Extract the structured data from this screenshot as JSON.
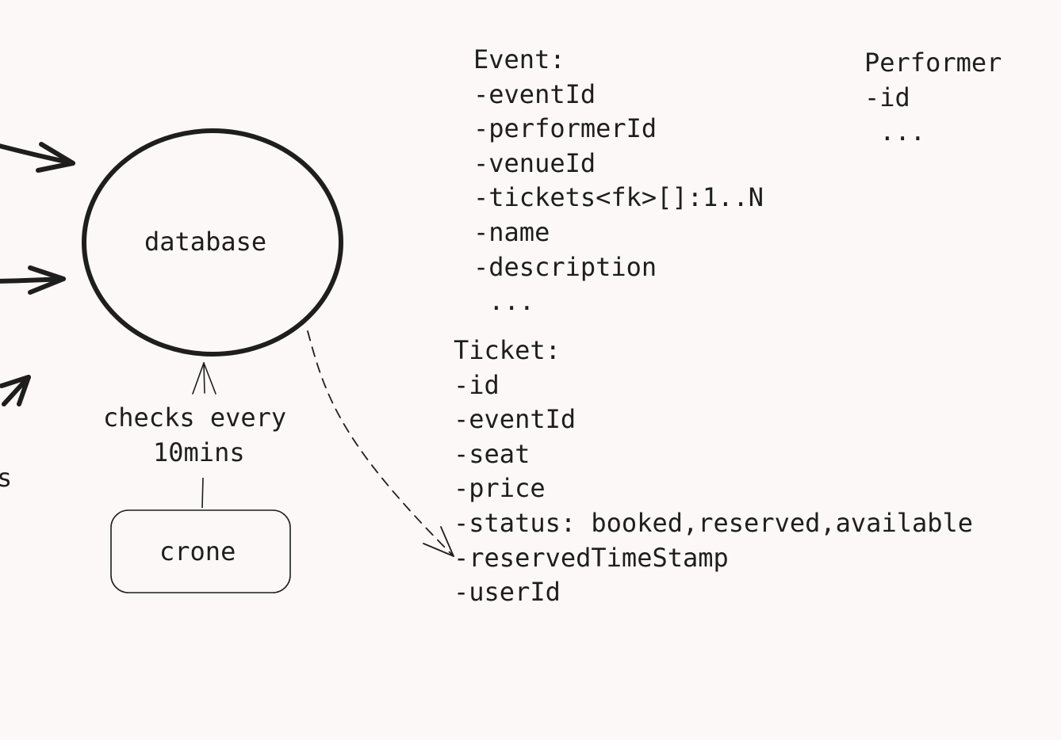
{
  "diagram": {
    "database_label": "database",
    "crone_label": "crone",
    "cron_note_line1": "checks every",
    "cron_note_line2": "10mins",
    "left_edge_fragment": "s"
  },
  "event_entity": {
    "lines": [
      "Event:",
      "-eventId",
      "-performerId",
      "-venueId",
      "-tickets<fk>[]:1..N",
      "-name",
      "-description",
      " ..."
    ]
  },
  "ticket_entity": {
    "lines": [
      "Ticket:",
      "-id",
      "-eventId",
      "-seat",
      "-price",
      "-status: booked,reserved,available",
      "-reservedTimeStamp",
      "-userId"
    ]
  },
  "performer_entity": {
    "lines": [
      "Performer",
      "-id",
      " ..."
    ]
  },
  "colors": {
    "background": "#fbf8f7",
    "ink": "#1e1e1e"
  }
}
